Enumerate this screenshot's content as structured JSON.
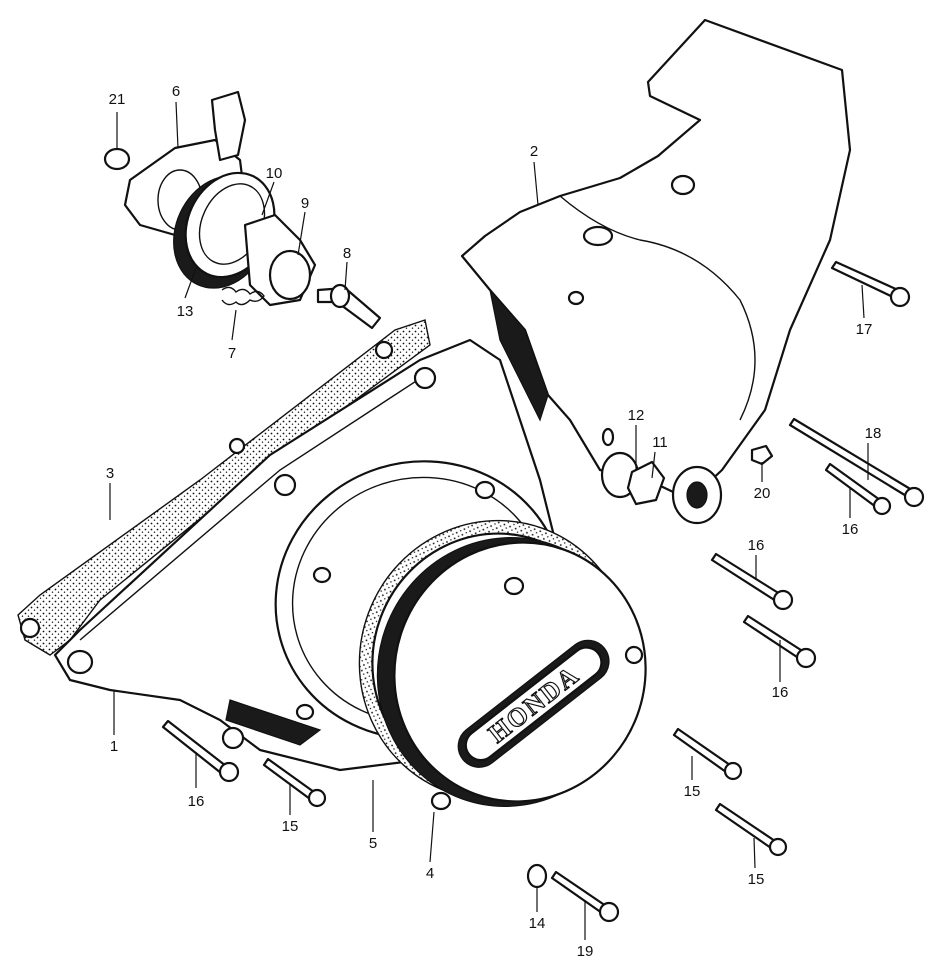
{
  "diagram": {
    "logo_text": "HONDA",
    "colors": {
      "line": "#111111",
      "background": "#ffffff"
    },
    "callouts": [
      {
        "id": "c21",
        "label": "21"
      },
      {
        "id": "c6",
        "label": "6"
      },
      {
        "id": "c10",
        "label": "10"
      },
      {
        "id": "c9",
        "label": "9"
      },
      {
        "id": "c8",
        "label": "8"
      },
      {
        "id": "c13",
        "label": "13"
      },
      {
        "id": "c7",
        "label": "7"
      },
      {
        "id": "c2",
        "label": "2"
      },
      {
        "id": "c17",
        "label": "17"
      },
      {
        "id": "c12",
        "label": "12"
      },
      {
        "id": "c11",
        "label": "11"
      },
      {
        "id": "c18",
        "label": "18"
      },
      {
        "id": "c20",
        "label": "20"
      },
      {
        "id": "c16a",
        "label": "16"
      },
      {
        "id": "c16b",
        "label": "16"
      },
      {
        "id": "c16c",
        "label": "16"
      },
      {
        "id": "c16d",
        "label": "16"
      },
      {
        "id": "c3",
        "label": "3"
      },
      {
        "id": "c1",
        "label": "1"
      },
      {
        "id": "c15a",
        "label": "15"
      },
      {
        "id": "c15b",
        "label": "15"
      },
      {
        "id": "c15c",
        "label": "15"
      },
      {
        "id": "c5",
        "label": "5"
      },
      {
        "id": "c4",
        "label": "4"
      },
      {
        "id": "c14",
        "label": "14"
      },
      {
        "id": "c19",
        "label": "19"
      }
    ]
  }
}
